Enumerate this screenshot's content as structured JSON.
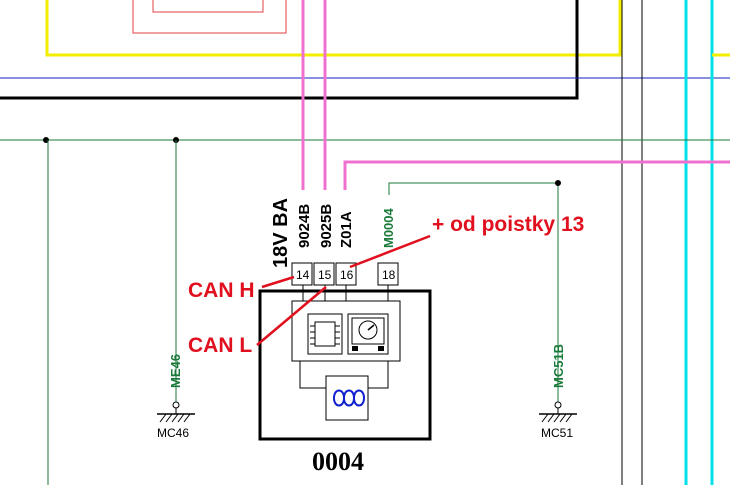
{
  "component": {
    "id": "0004",
    "pins": [
      "14",
      "15",
      "16",
      "18"
    ]
  },
  "wires": {
    "supply": "18V BA",
    "w1": "9024B",
    "w2": "9025B",
    "w3": "Z01A",
    "w4": "M0004"
  },
  "grounds": {
    "left_wire": "ME46",
    "left_label": "MC46",
    "right_wire": "MC51B",
    "right_label": "MC51"
  },
  "annotations": {
    "can_h": "CAN H",
    "can_l": "CAN L",
    "fuse": "+ od poistky 13"
  },
  "colors": {
    "yellow": "#f2ee00",
    "pink": "#f070d0",
    "cyan": "#00e0e8",
    "green": "#1a7a3a",
    "blue": "#1020c0",
    "red": "#e0101e"
  }
}
